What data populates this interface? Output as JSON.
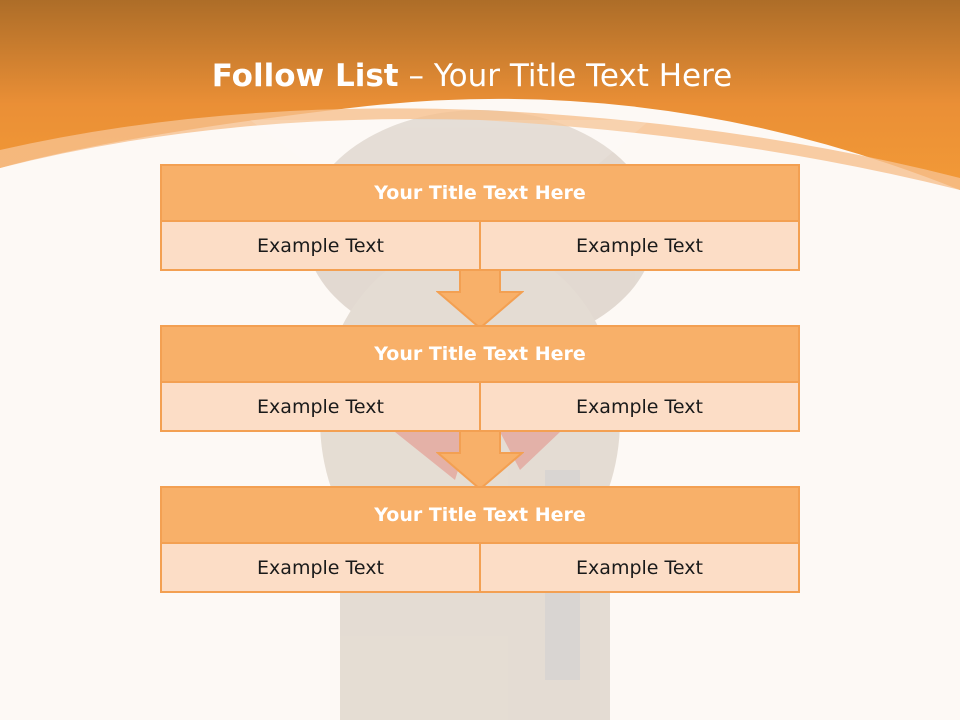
{
  "slide": {
    "title_strong": "Follow List",
    "title_rest": " – Your Title Text Here"
  },
  "blocks": [
    {
      "title": "Your Title Text Here",
      "left": "Example Text",
      "right": "Example Text"
    },
    {
      "title": "Your Title Text Here",
      "left": "Example Text",
      "right": "Example Text"
    },
    {
      "title": "Your Title Text Here",
      "left": "Example Text",
      "right": "Example Text"
    }
  ],
  "colors": {
    "header_orange": "#f39a37",
    "header_dark": "#b06d28",
    "block_head": "#f8b069",
    "block_border": "#f3a052",
    "block_row": "#fcddc6"
  }
}
